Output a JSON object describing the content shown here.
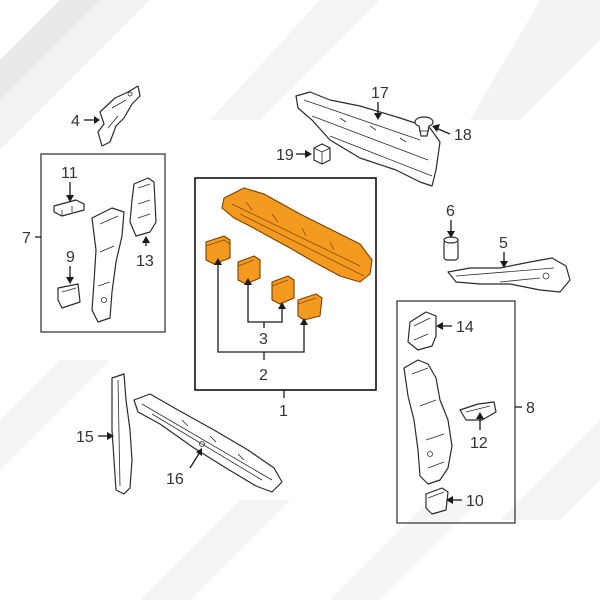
{
  "diagram": {
    "callouts": {
      "n1": "1",
      "n2": "2",
      "n3": "3",
      "n4": "4",
      "n5": "5",
      "n6": "6",
      "n7": "7",
      "n8": "8",
      "n9": "9",
      "n10": "10",
      "n11": "11",
      "n12": "12",
      "n13": "13",
      "n14": "14",
      "n15": "15",
      "n16": "16",
      "n17": "17",
      "n18": "18",
      "n19": "19"
    },
    "highlight_color": "#f39a1f",
    "icons": [
      "upper-tie-bar-part",
      "bracket-part",
      "clip-icon",
      "bolt-icon",
      "arrow-icon"
    ]
  }
}
